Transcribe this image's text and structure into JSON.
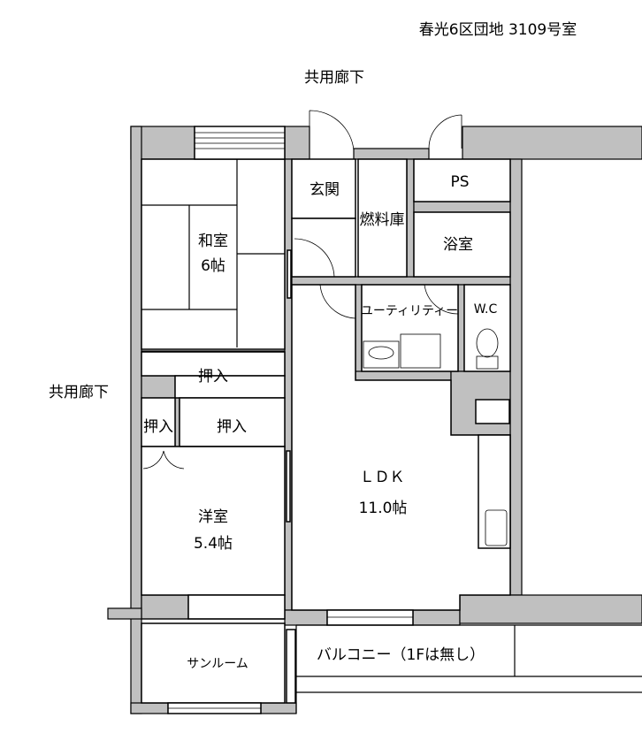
{
  "title": "春光6区団地  3109号室",
  "corridor_top": "共用廊下",
  "corridor_left": "共用廊下",
  "rooms": {
    "washitsu": {
      "name": "和室",
      "size": "6帖"
    },
    "oshiire_1": "押入",
    "oshiire_2": "押入",
    "oshiire_3": "押入",
    "youshitsu": {
      "name": "洋室",
      "size": "5.4帖"
    },
    "sunroom": "サンルーム",
    "genkan": "玄関",
    "fuel_storage": "燃料庫",
    "ps": "PS",
    "bathroom": "浴室",
    "utility": "ユーティリティー",
    "wc": "W.C",
    "ldk": {
      "name": "ＬＤＫ",
      "size": "11.0帖"
    },
    "balcony": "バルコニー（1Fは無し）"
  }
}
